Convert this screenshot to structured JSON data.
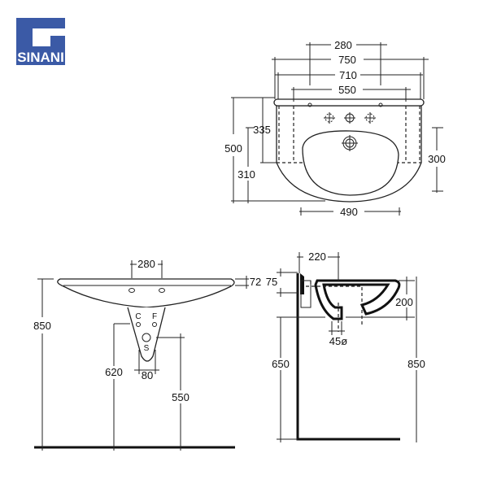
{
  "logo": {
    "text": "SINANI",
    "color": "#3b5aa6"
  },
  "top_view": {
    "dims": {
      "d280": "280",
      "d750": "750",
      "d710": "710",
      "d550": "550",
      "d500": "500",
      "d335": "335",
      "d310": "310",
      "d300": "300",
      "d490": "490"
    }
  },
  "front_view": {
    "dims": {
      "d280": "280",
      "d72": "72",
      "d850": "850",
      "d620": "620",
      "d80": "80",
      "d550": "550"
    },
    "labels": {
      "hot": "C",
      "cold": "F",
      "drain": "S"
    }
  },
  "side_view": {
    "dims": {
      "d220": "220",
      "d75": "75",
      "d200": "200",
      "d45": "45ø",
      "d650": "650",
      "d850": "850"
    }
  }
}
